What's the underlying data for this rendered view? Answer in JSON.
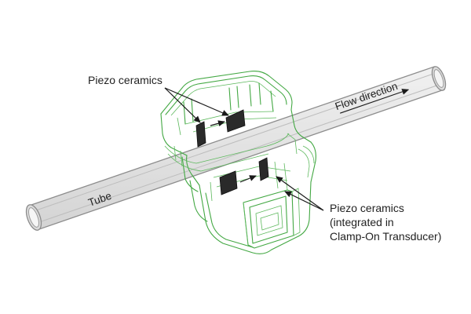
{
  "labels": {
    "piezo_top": "Piezo ceramics",
    "piezo_bottom_line1": "Piezo ceramics",
    "piezo_bottom_line2": "(integrated in",
    "piezo_bottom_line3": "Clamp-On Transducer)",
    "flow": "Flow direction",
    "tube": "Tube"
  },
  "colors": {
    "housing_outline": "#43a843",
    "tube_fill": "#e6e6e6",
    "tube_outline": "#8c8c8c",
    "piezo": "#2a2a2a",
    "text": "#222222"
  },
  "icons": {
    "flow_arrow": "arrow-right-icon"
  }
}
